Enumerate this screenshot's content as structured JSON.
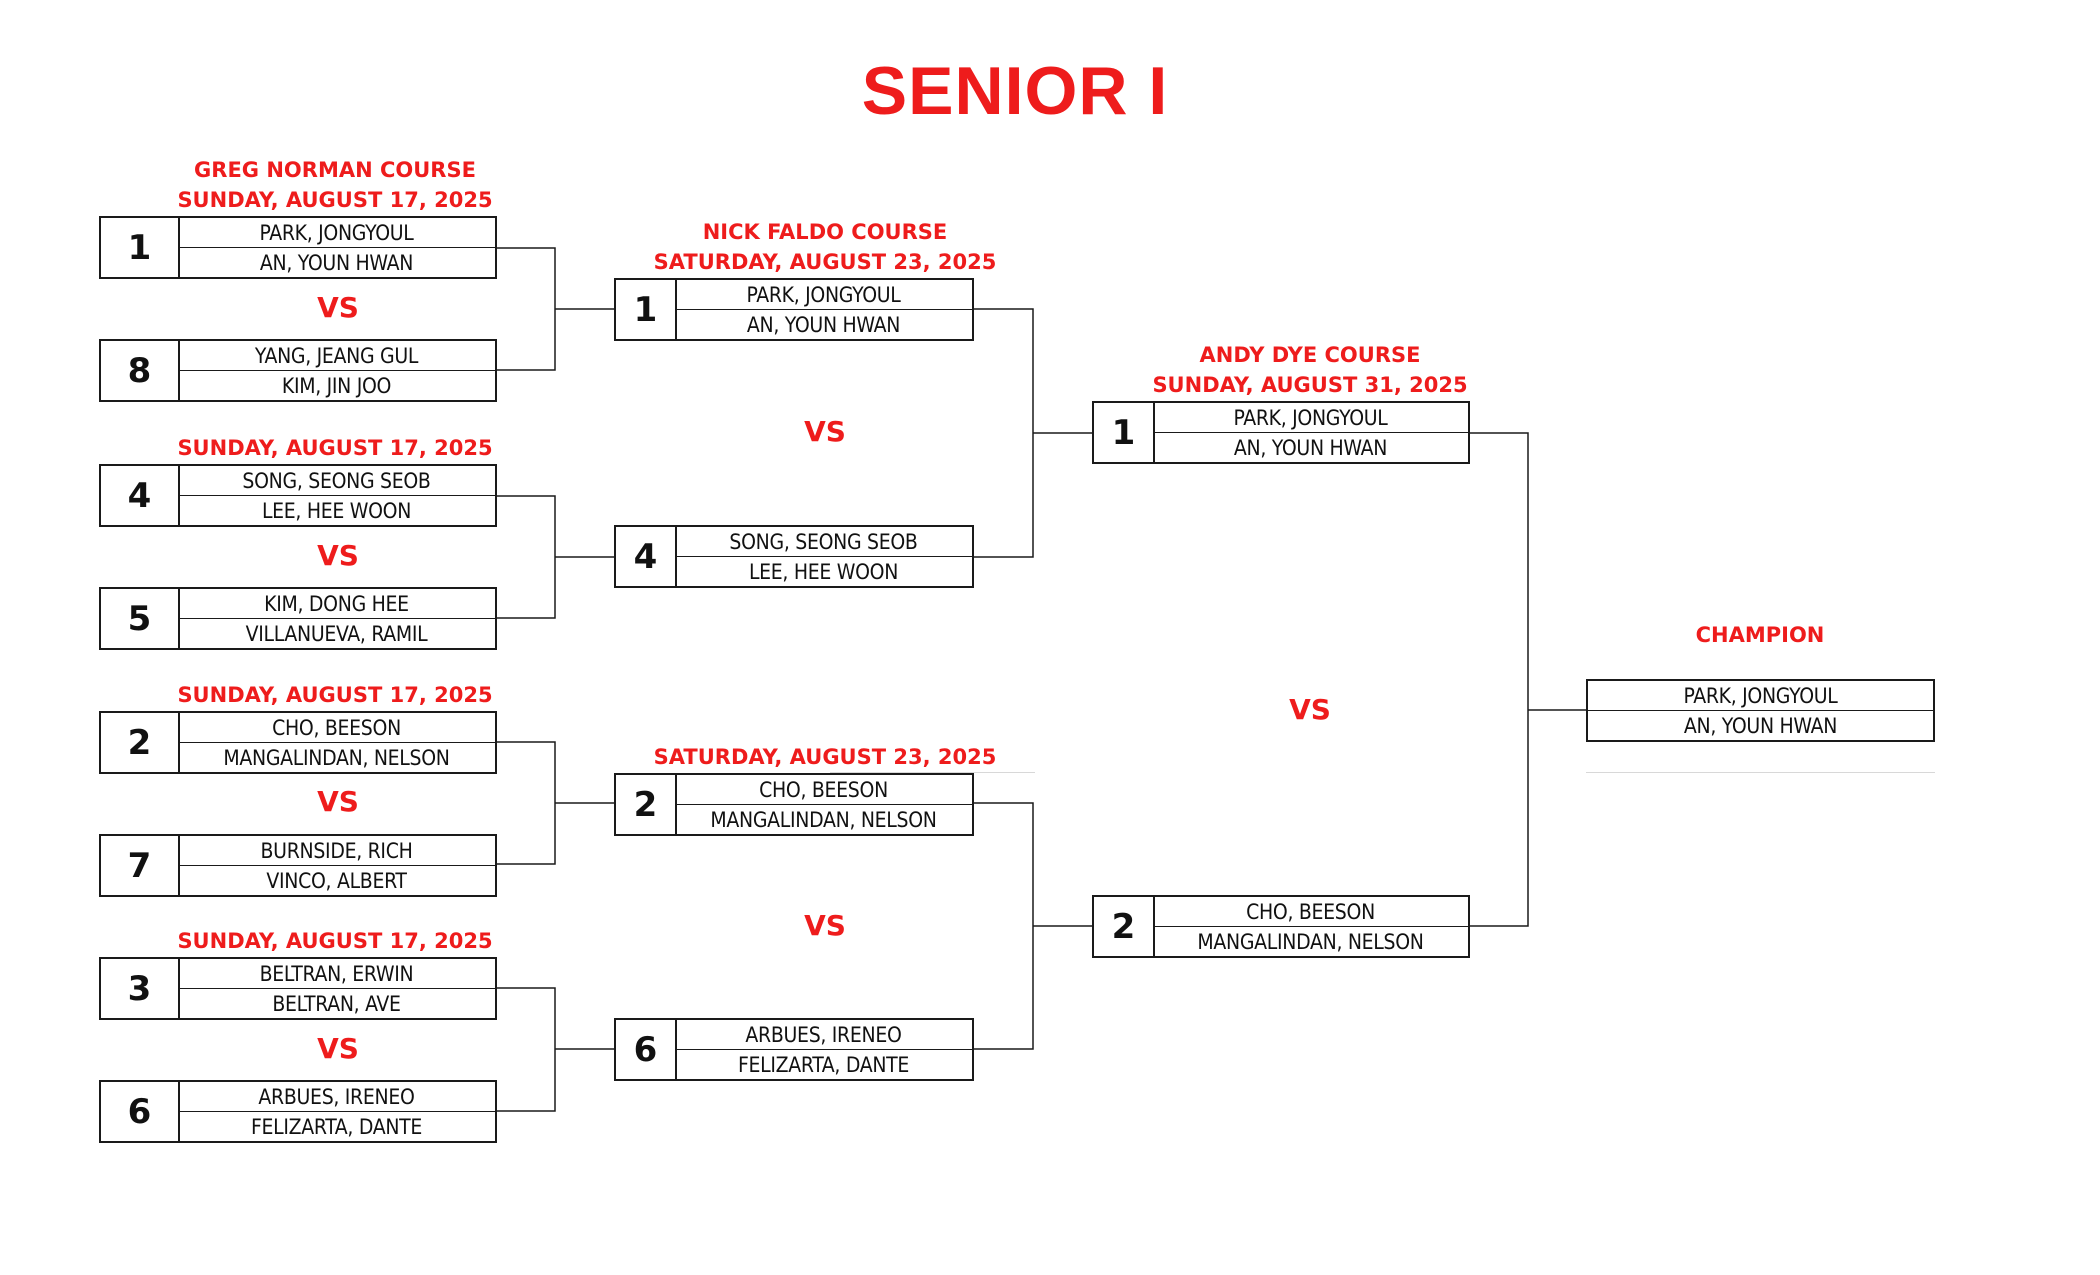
{
  "title": "SENIOR I",
  "round1": {
    "course": "GREG NORMAN COURSE",
    "matches": [
      {
        "date": "SUNDAY, AUGUST 17, 2025",
        "a": {
          "seed": "1",
          "p1": "PARK, JONGYOUL",
          "p2": "AN, YOUN HWAN"
        },
        "vs": "VS",
        "b": {
          "seed": "8",
          "p1": "YANG, JEANG GUL",
          "p2": "KIM, JIN JOO"
        }
      },
      {
        "date": "SUNDAY, AUGUST 17, 2025",
        "a": {
          "seed": "4",
          "p1": "SONG, SEONG SEOB",
          "p2": "LEE, HEE WOON"
        },
        "vs": "VS",
        "b": {
          "seed": "5",
          "p1": "KIM, DONG HEE",
          "p2": "VILLANUEVA, RAMIL"
        }
      },
      {
        "date": "SUNDAY, AUGUST 17, 2025",
        "a": {
          "seed": "2",
          "p1": "CHO, BEESON",
          "p2": "MANGALINDAN, NELSON"
        },
        "vs": "VS",
        "b": {
          "seed": "7",
          "p1": "BURNSIDE, RICH",
          "p2": "VINCO, ALBERT"
        }
      },
      {
        "date": "SUNDAY, AUGUST 17, 2025",
        "a": {
          "seed": "3",
          "p1": "BELTRAN, ERWIN",
          "p2": "BELTRAN, AVE"
        },
        "vs": "VS",
        "b": {
          "seed": "6",
          "p1": "ARBUES, IRENEO",
          "p2": "FELIZARTA, DANTE"
        }
      }
    ]
  },
  "round2": {
    "course": "NICK FALDO COURSE",
    "matches": [
      {
        "date": "SATURDAY, AUGUST 23, 2025",
        "a": {
          "seed": "1",
          "p1": "PARK, JONGYOUL",
          "p2": "AN, YOUN HWAN"
        },
        "vs": "VS",
        "b": {
          "seed": "4",
          "p1": "SONG, SEONG SEOB",
          "p2": "LEE, HEE WOON"
        }
      },
      {
        "date": "SATURDAY, AUGUST 23, 2025",
        "a": {
          "seed": "2",
          "p1": "CHO, BEESON",
          "p2": "MANGALINDAN, NELSON"
        },
        "vs": "VS",
        "b": {
          "seed": "6",
          "p1": "ARBUES, IRENEO",
          "p2": "FELIZARTA, DANTE"
        }
      }
    ]
  },
  "final": {
    "course": "ANDY DYE COURSE",
    "date": "SUNDAY, AUGUST 31, 2025",
    "a": {
      "seed": "1",
      "p1": "PARK, JONGYOUL",
      "p2": "AN, YOUN HWAN"
    },
    "vs": "VS",
    "b": {
      "seed": "2",
      "p1": "CHO, BEESON",
      "p2": "MANGALINDAN, NELSON"
    }
  },
  "champion": {
    "label": "CHAMPION",
    "p1": "PARK, JONGYOUL",
    "p2": "AN, YOUN HWAN"
  },
  "colors": {
    "accent": "#ee1c1c",
    "text": "#111111",
    "line": "#1a1a1a"
  }
}
